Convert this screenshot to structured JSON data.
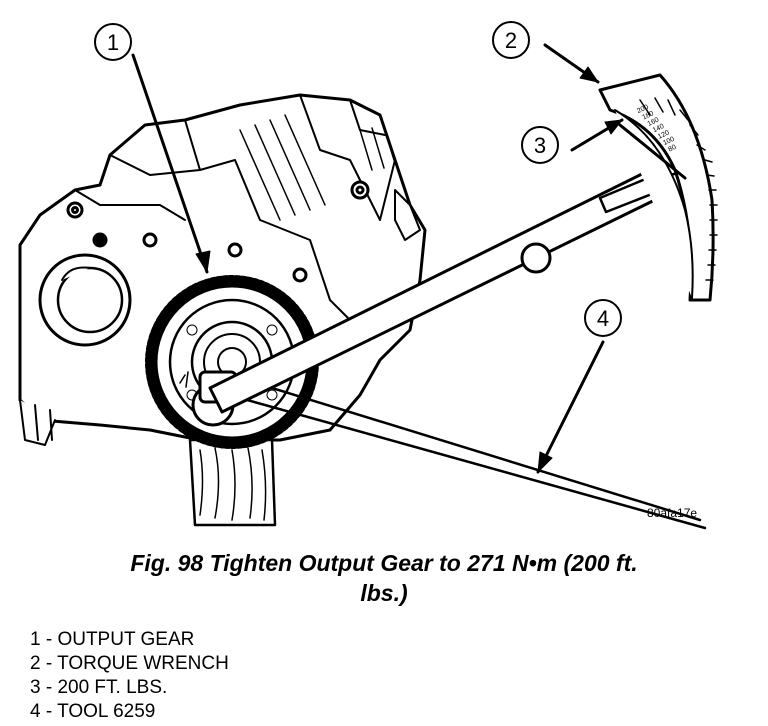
{
  "figure": {
    "image_code": "80afa17e",
    "callouts": [
      "1",
      "2",
      "3",
      "4"
    ],
    "wrench_scale_labels": [
      "200",
      "180",
      "160",
      "140",
      "120",
      "100",
      "80"
    ]
  },
  "caption": {
    "line1": "Fig. 98 Tighten Output Gear to 271 N•m (200 ft.",
    "line2": "lbs.)"
  },
  "legend": [
    "1 - OUTPUT GEAR",
    "2 - TORQUE WRENCH",
    "3 - 200 FT. LBS.",
    "4 - TOOL 6259"
  ]
}
